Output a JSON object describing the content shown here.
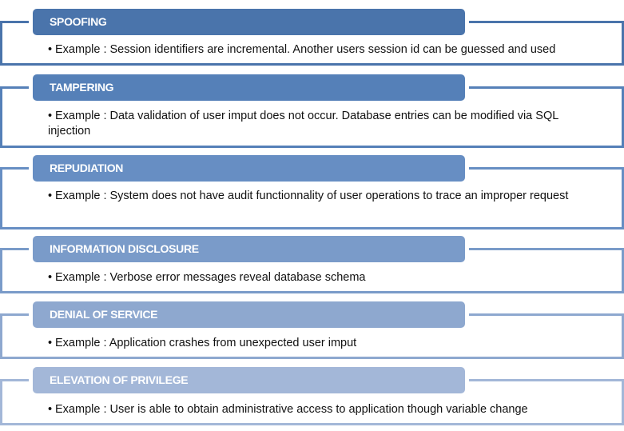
{
  "items": [
    {
      "title": "SPOOFING",
      "text": "Example : Session identifiers are incremental. Another users session id can be guessed and used",
      "color": "#4a74ab"
    },
    {
      "title": "TAMPERING",
      "text": "Example : Data validation of user imput does not occur. Database entries can be modified via SQL injection",
      "color": "#5580b8"
    },
    {
      "title": "REPUDIATION",
      "text": "Example : System does not have audit functionnality of user operations to trace an improper request",
      "color": "#678ec3"
    },
    {
      "title": "INFORMATION DISCLOSURE",
      "text": "Example : Verbose error messages reveal database schema",
      "color": "#7a9bc9"
    },
    {
      "title": "DENIAL OF SERVICE",
      "text": "Example : Application crashes from unexpected user imput",
      "color": "#8ea8cf"
    },
    {
      "title": "ELEVATION OF PRIVILEGE",
      "text": "Example : User is able to obtain administrative access to application though variable change",
      "color": "#a3b7d8"
    }
  ]
}
